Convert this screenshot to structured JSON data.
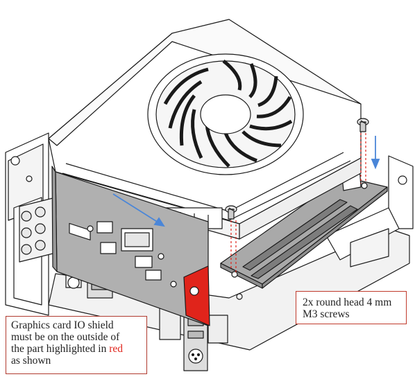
{
  "callouts": {
    "screws": {
      "line1": "2x round head 4 mm",
      "line2": "M3 screws"
    },
    "shield": {
      "line1": "Graphics card IO shield",
      "line2": "must be on the outside of",
      "line3_prefix": "the part highlighted in ",
      "line3_highlight": "red",
      "line4": "as shown"
    }
  },
  "colors": {
    "highlight_red": "#e0241b",
    "arrow_blue": "#4a86d8",
    "callout_border": "#c0392b",
    "panel_gray": "#a9a9a9",
    "line": "#1a1a1a"
  }
}
